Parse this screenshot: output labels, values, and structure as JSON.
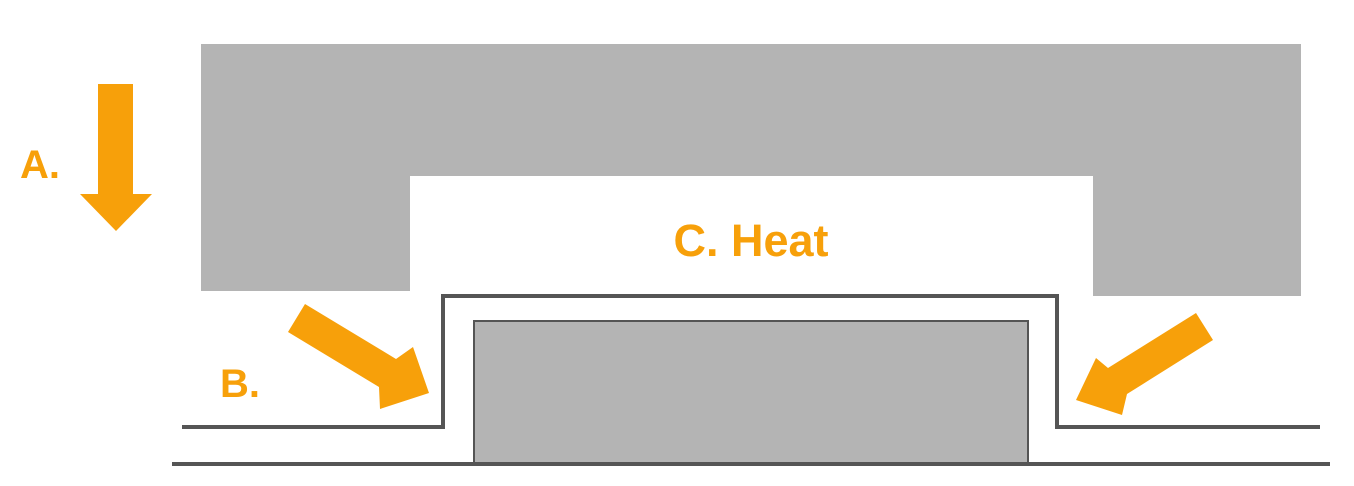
{
  "labels": {
    "a": "A.",
    "b": "B.",
    "c": "C. Heat"
  },
  "colors": {
    "accent": "#F7A00A",
    "block": "#B4B4B4",
    "line": "#555555",
    "background": "#FFFFFF"
  }
}
